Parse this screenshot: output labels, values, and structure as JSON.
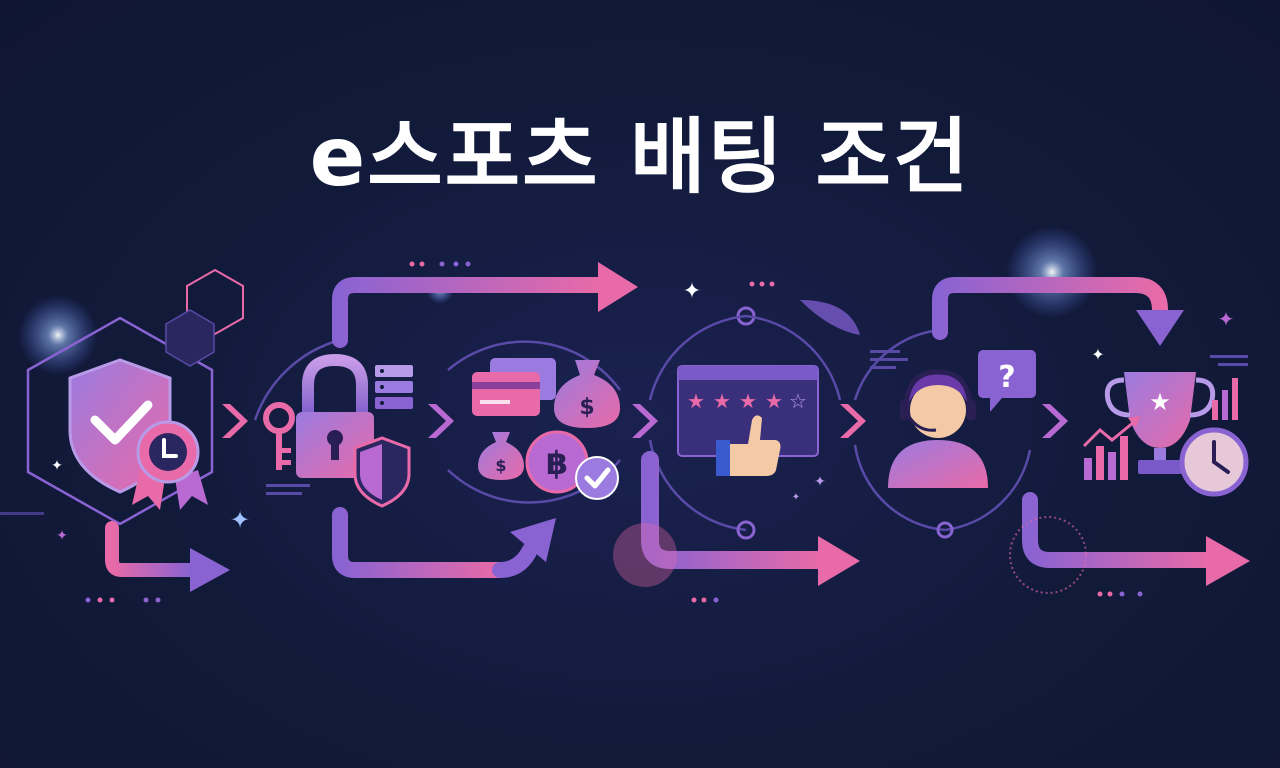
{
  "title": "e스포츠 배팅 조건",
  "stages": [
    {
      "name": "license-verification",
      "icons": [
        "shield-check-icon",
        "award-clock-icon"
      ]
    },
    {
      "name": "account-security",
      "icons": [
        "padlock-icon",
        "key-icon",
        "server-icon",
        "small-shield-icon"
      ]
    },
    {
      "name": "payment-methods",
      "icons": [
        "credit-card-icon",
        "money-bag-icon",
        "bitcoin-icon",
        "check-circle-icon"
      ]
    },
    {
      "name": "ratings-reviews",
      "icons": [
        "browser-window-icon",
        "stars-icon",
        "thumbs-up-icon"
      ]
    },
    {
      "name": "customer-support",
      "icons": [
        "headset-agent-icon",
        "question-bubble-icon"
      ]
    },
    {
      "name": "rewards-payout",
      "icons": [
        "trophy-icon",
        "bar-chart-icon",
        "clock-icon"
      ]
    }
  ],
  "colors": {
    "background": "#121a3a",
    "accent_pink": "#e86aa8",
    "accent_purple": "#8a63d2",
    "accent_lavender": "#b89be8",
    "white": "#ffffff"
  }
}
